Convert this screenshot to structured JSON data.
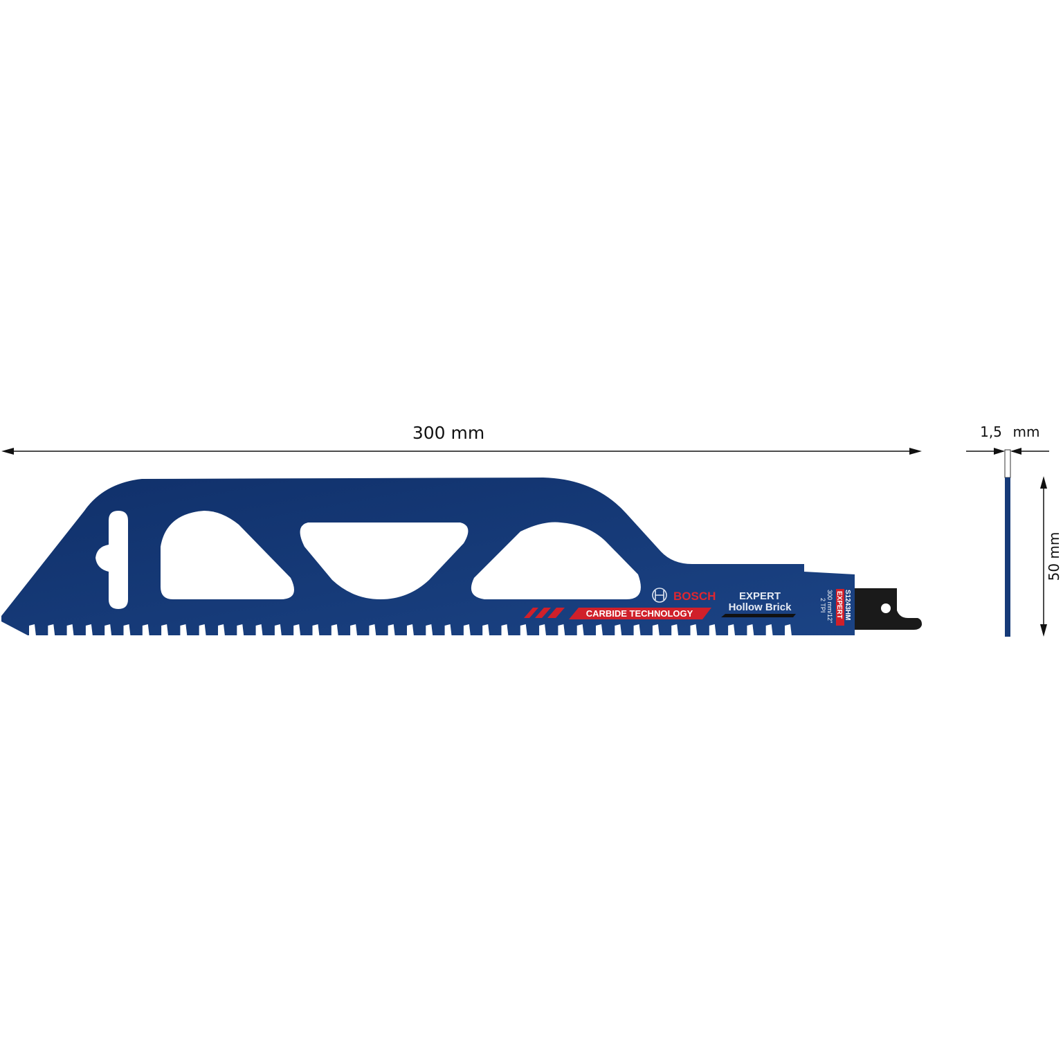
{
  "dimensions": {
    "length": "300 mm",
    "thickness": "1,5",
    "thickness_unit": "mm",
    "height": "50 mm"
  },
  "blade": {
    "brand": "BOSCH",
    "technology": "CARBIDE TECHNOLOGY",
    "line": "EXPERT",
    "application": "Hollow Brick",
    "code": "S1243HM",
    "badge": "EXPERT",
    "size": "300 mm/12\"",
    "tpi": "2 TPI",
    "color_blade": "#163a78",
    "color_accent": "#d0202a",
    "color_shank": "#1a1a1a"
  }
}
